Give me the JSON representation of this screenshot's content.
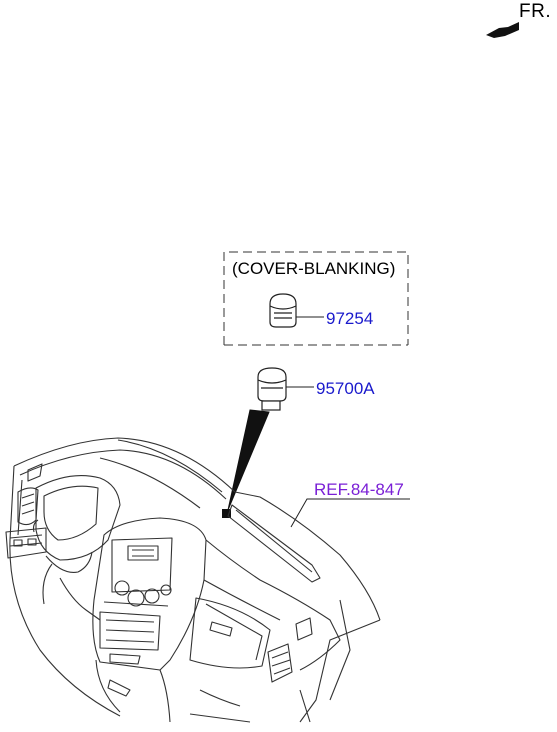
{
  "direction_marker": {
    "label": "FR."
  },
  "inset": {
    "title": "(COVER-BLANKING)"
  },
  "parts": [
    {
      "number": "97254",
      "color": "#1a1acc"
    },
    {
      "number": "95700A",
      "color": "#1a1acc"
    }
  ],
  "reference": {
    "label": "REF.84-847",
    "color": "#7a1fd6"
  }
}
